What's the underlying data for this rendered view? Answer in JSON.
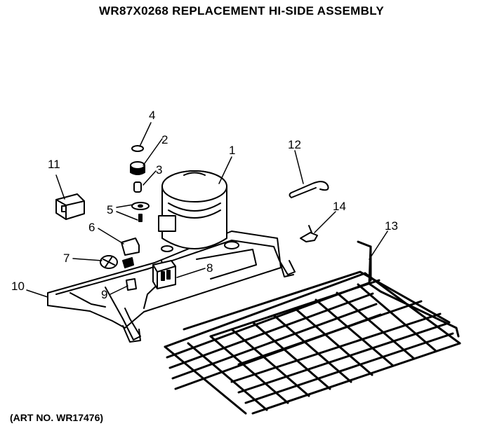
{
  "title": "WR87X0268 REPLACEMENT HI-SIDE ASSEMBLY",
  "art_number": "(ART NO. WR17476)",
  "callouts": [
    {
      "id": "1",
      "text": "1"
    },
    {
      "id": "2",
      "text": "2"
    },
    {
      "id": "3",
      "text": "3"
    },
    {
      "id": "4",
      "text": "4"
    },
    {
      "id": "5",
      "text": "5"
    },
    {
      "id": "6",
      "text": "6"
    },
    {
      "id": "7",
      "text": "7"
    },
    {
      "id": "8",
      "text": "8"
    },
    {
      "id": "9",
      "text": "9"
    },
    {
      "id": "10",
      "text": "10"
    },
    {
      "id": "11",
      "text": "11"
    },
    {
      "id": "12",
      "text": "12"
    },
    {
      "id": "13",
      "text": "13"
    },
    {
      "id": "14",
      "text": "14"
    }
  ]
}
